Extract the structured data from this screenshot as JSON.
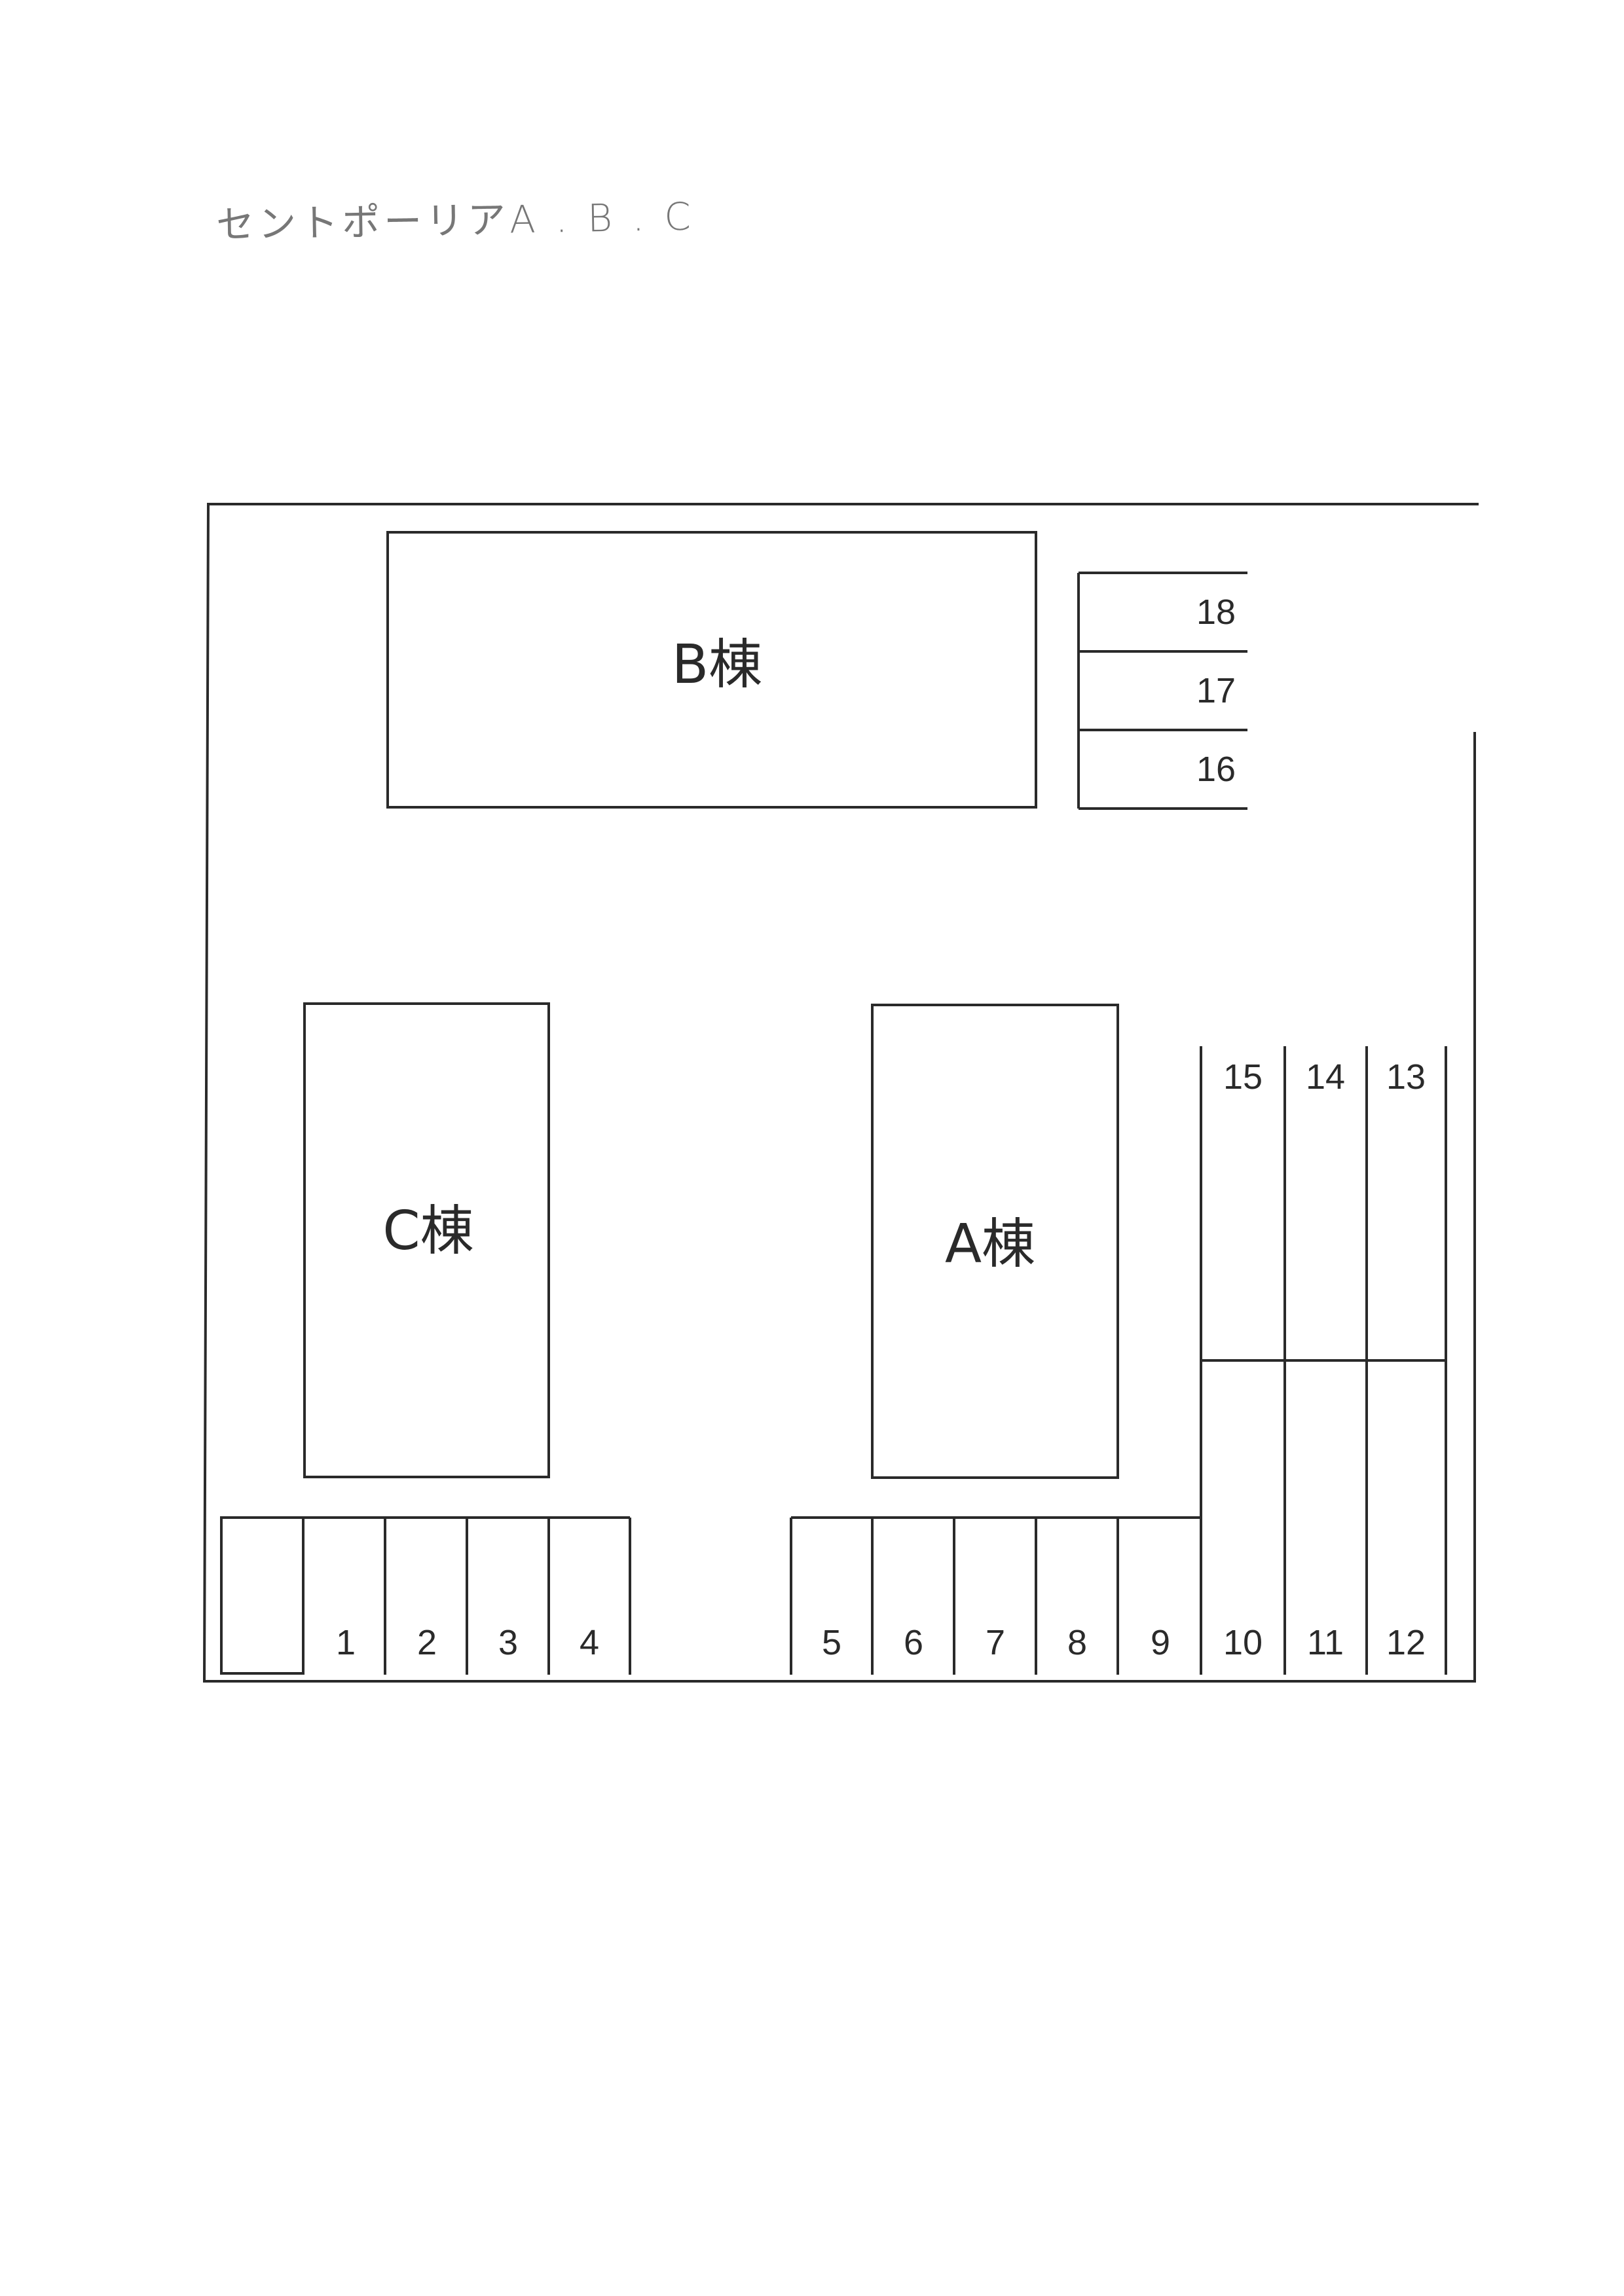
{
  "header": {
    "handwritten_title": "セントポーリアA . B . C"
  },
  "buildings": [
    {
      "id": "B",
      "label": "B棟"
    },
    {
      "id": "C",
      "label": "C棟"
    },
    {
      "id": "A",
      "label": "A棟"
    }
  ],
  "parking_spaces": [
    "1",
    "2",
    "3",
    "4",
    "5",
    "6",
    "7",
    "8",
    "9",
    "10",
    "11",
    "12",
    "13",
    "14",
    "15",
    "16",
    "17",
    "18"
  ],
  "colors": {
    "line": "#2a2a2a",
    "handwriting": "#777777",
    "background": "#ffffff"
  }
}
